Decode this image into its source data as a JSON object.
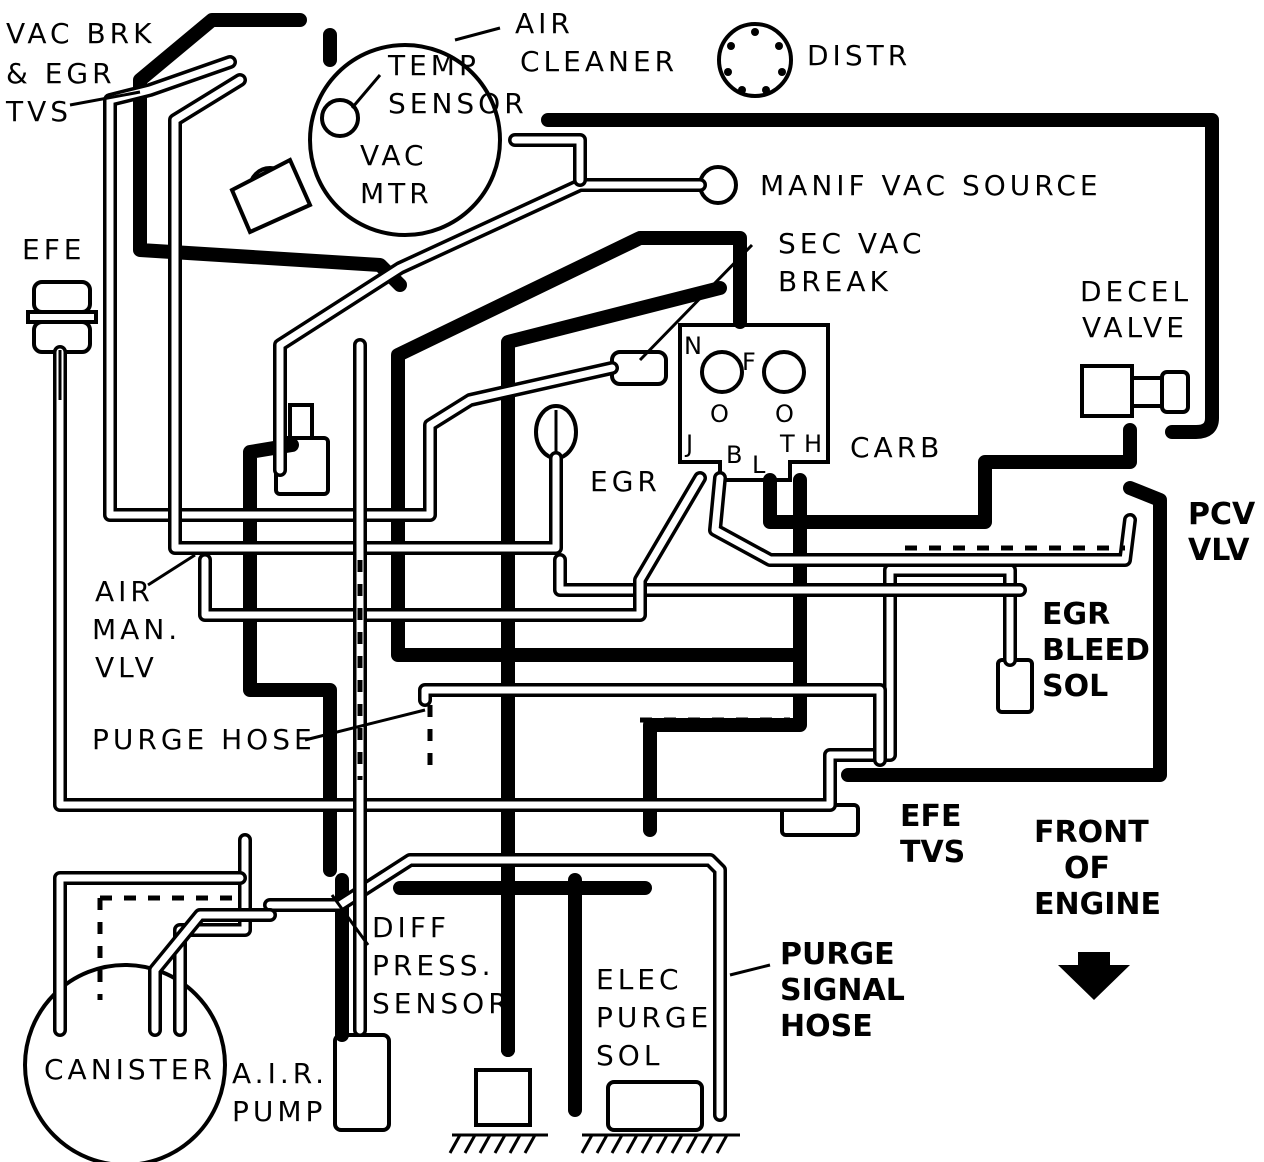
{
  "labels": {
    "vac_brk_egr_tvs": [
      "VAC BRK",
      "& EGR",
      "TVS"
    ],
    "air_cleaner": [
      "AIR",
      "CLEANER"
    ],
    "temp_sensor": [
      "TEMP",
      "SENSOR"
    ],
    "distr": "DISTR",
    "vac_mtr": [
      "VAC",
      "MTR"
    ],
    "manif_vac_source": "MANIF VAC SOURCE",
    "efe": "EFE",
    "sec_vac_break": [
      "SEC VAC",
      "BREAK"
    ],
    "decel_valve": [
      "DECEL",
      "VALVE"
    ],
    "carb": "CARB",
    "carb_ports": [
      "N",
      "F",
      "O",
      "O",
      "J",
      "B",
      "L",
      "T",
      "H"
    ],
    "egr": "EGR",
    "pcv_vlv": [
      "PCV",
      "VLV"
    ],
    "air_man_vlv": [
      "AIR",
      "MAN.",
      "VLV"
    ],
    "egr_bleed_sol": [
      "EGR",
      "BLEED",
      "SOL"
    ],
    "purge_hose": "PURGE HOSE",
    "efe_tvs": [
      "EFE",
      "TVS"
    ],
    "front_of_engine": [
      "FRONT",
      "OF",
      "ENGINE"
    ],
    "diff_press_sensor": [
      "DIFF",
      "PRESS.",
      "SENSOR"
    ],
    "purge_signal_hose": [
      "PURGE",
      "SIGNAL",
      "HOSE"
    ],
    "elec_purge_sol": [
      "ELEC",
      "PURGE",
      "SOL"
    ],
    "canister": "CANISTER",
    "air_pump": [
      "A.I.R.",
      "PUMP"
    ]
  },
  "icons": {
    "front_arrow": "down-arrow-icon",
    "distributor": "distributor-icon"
  },
  "colors": {
    "ink": "#000000",
    "paper": "#ffffff"
  }
}
